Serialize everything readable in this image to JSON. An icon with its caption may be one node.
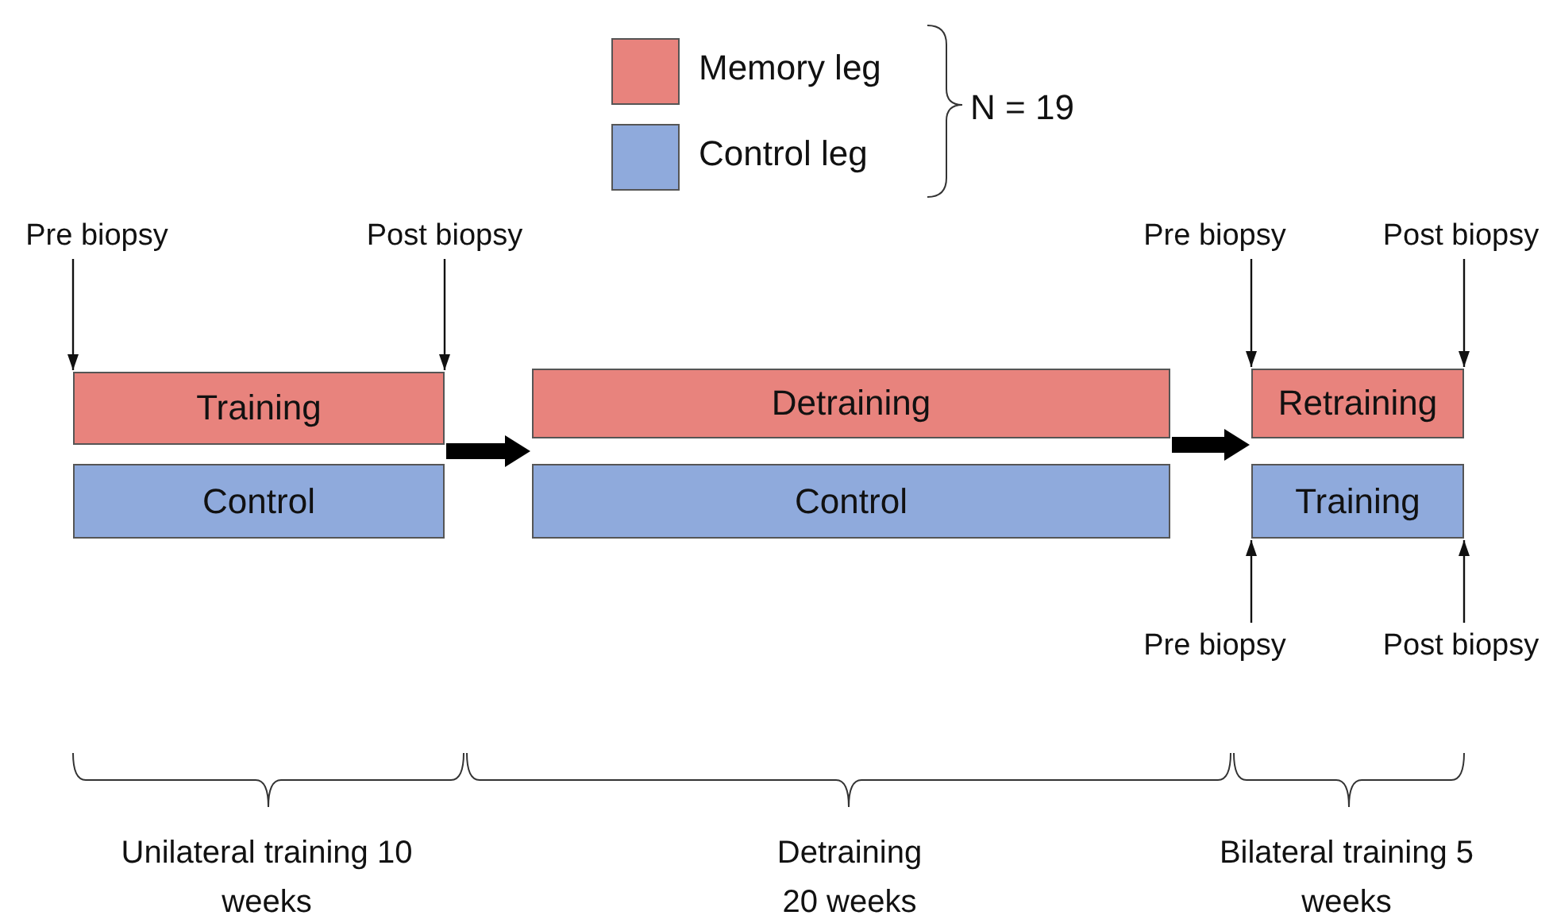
{
  "diagram": {
    "nodes": [
      {
        "text": [
          "Pre biopsy"
        ]
      },
      {
        "text": [
          "Post biopsy"
        ]
      },
      {
        "text": [
          "Pre biopsy"
        ]
      },
      {
        "text": [
          "Post biopsy"
        ]
      },
      {
        "text": [
          "Training"
        ]
      },
      {
        "text": [
          "Detraining"
        ]
      },
      {
        "text": [
          "Retraining"
        ]
      },
      {
        "text": [
          "Control"
        ]
      },
      {
        "text": [
          "Control"
        ]
      },
      {
        "text": [
          "Training"
        ]
      },
      {
        "text": [
          "Pre biopsy"
        ]
      },
      {
        "text": [
          "Post biopsy"
        ]
      }
    ],
    "edges": [
      {
        "from": 0,
        "to": 4,
        "arrow": "to"
      },
      {
        "from": 1,
        "to": 4,
        "arrow": "to"
      },
      {
        "from": 2,
        "to": 6,
        "arrow": "to"
      },
      {
        "from": 3,
        "to": 6,
        "arrow": "to"
      },
      {
        "from": 4,
        "to": 5,
        "arrow": "to",
        "style": "thick"
      },
      {
        "from": 5,
        "to": 6,
        "arrow": "to",
        "style": "thick"
      },
      {
        "from": 10,
        "to": 9,
        "arrow": "to"
      },
      {
        "from": 11,
        "to": 9,
        "arrow": "to"
      }
    ],
    "labels": [
      "N = 19",
      "Unilateral training 10 weeks",
      "Detraining 20 weeks",
      "Bilateral training 5 weeks"
    ],
    "legend": [
      {
        "text": "Memory leg",
        "color": "#e8837d"
      },
      {
        "text": "Control leg",
        "color": "#8faadc"
      }
    ]
  }
}
